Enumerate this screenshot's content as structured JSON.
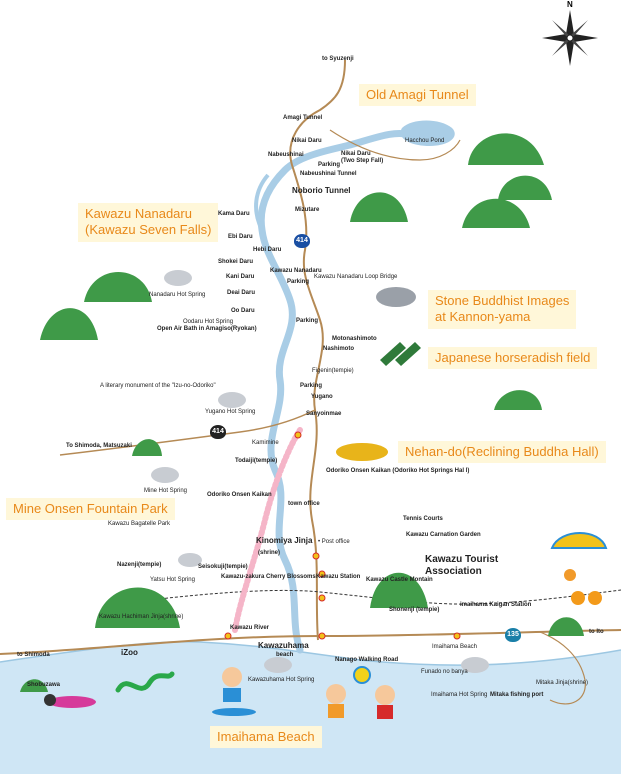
{
  "map": {
    "compass": {
      "north": "N"
    },
    "labels": {
      "to_syuzenji": "to Syuzenji",
      "amagi_tunnel": "Amagi Tunnel",
      "nikai_daru": "Nikai Daru",
      "nabeushinai": "Nabeushinai",
      "parking1": "Parking",
      "nikai_daru_two": "Nikai Daru\n(Two Step Fall)",
      "hacchou_pond": "Hacchou Pond",
      "nabeushinai_tunnel": "Nabeushinai Tunnel",
      "noborio_tunnel": "Noborio Tunnel",
      "mizutare": "Mizutare",
      "kama_daru": "Kama Daru",
      "ebi_daru": "Ebi Daru",
      "hebi_daru": "Hebi Daru",
      "shokei_daru": "Shokei Daru",
      "kawazu_nanadaru": "Kawazu Nanadaru",
      "kawazu_nanadaru_loop": "Kawazu Nanadaru Loop Bridge",
      "kani_daru": "Kani Daru",
      "parking2": "Parking",
      "nanadaru_hot_spring": "Nanadaru Hot Spring",
      "deai_daru": "Deai Daru",
      "oo_daru": "Oo Daru",
      "oodaru_hot_spring": "Oodaru Hot Spring",
      "open_air_bath": "Open Air Bath in Amagiso(Ryokan)",
      "parking3": "Parking",
      "motonashimoto": "Motonashimoto",
      "nashimoto": "Nashimoto",
      "figenin": "Figenin(tempie)",
      "literary_monument": "A literary monument of the \"Izu-no-Odoriko\"",
      "parking4": "Parking",
      "yugano": "Yugano",
      "yugano_hot_spring": "Yugano Hot Spring",
      "sanyoinmae": "Sanyoinmae",
      "to_shimoda_matsuzaki": "To Shimoda, Matsuzaki",
      "kamimine": "Kamimine",
      "todaiji": "Todaiji(tempie)",
      "odoriko_onsen_kaikan_long": "Odoriko Onsen Kaikan (Odoriko Hot Springs Hal l)",
      "mine_hot_spring": "Mine Hot Spring",
      "odoriko_onsen_kaikan": "Odoriko Onsen Kaikan",
      "town_office": "town office",
      "kawazu_bagatelle_park": "Kawazu Bagatelle Park",
      "tennis_courts": "Tennis Courts",
      "kinomiya_jinja": "Kinomiya Jinja",
      "shrine": "(shrine)",
      "kawazu_carnation_garden": "Kawazu Carnation Garden",
      "post_office": "• Post office",
      "nazenji": "Nazenji(tempie)",
      "seisokuji": "Seisokuji(tempie)",
      "kawazu_tourist": "Kawazu Tourist",
      "association": "Association",
      "yatsu_hot_spring": "Yatsu Hot Spring",
      "kawazu_zakura": "Kawazu-zakura Cherry Blossoms",
      "kawazu_station": "Kawazu Station",
      "kawazu_castle_montain": "Kawazu Castle Montain",
      "shonenji": "Shonenji (tempie)",
      "imaihama_kaigan_station": "imaihama Kaigan Station",
      "kawazu_hachiman": "Kawazu Hachiman Jinja(shrine)",
      "kawazu_river": "Kawazu River",
      "imaihama_beach_small": "Imaihama Beach",
      "to_ito": "to Ito",
      "kawazuhama": "Kawazuhama",
      "beach": "beach",
      "to_shimoda": "to Shimoda",
      "izoo": "iZoo",
      "nanago_walking_road": "Nanago Walking Road",
      "shobuzawa": "Shobuzawa",
      "kawazuhama_hot_spring": "Kawazuhama Hot Spring",
      "funado_no_banya": "Funado no banya",
      "mitaka_jinja": "Mitaka Jinja(shrine)",
      "imaihama_hot_spring": "Imaihama Hot Spring",
      "mitaka_fishing_port": "Mitaka fishing port"
    },
    "callouts": {
      "old_amagi_tunnel": "Old Amagi Tunnel",
      "kawazu_nanadaru_line1": "Kawazu Nanadaru",
      "kawazu_nanadaru_line2": "(Kawazu Seven Falls)",
      "stone_buddhist_line1": "Stone Buddhist Images",
      "stone_buddhist_line2": "at Kannon-yama",
      "horseradish": "Japanese horseradish field",
      "nehan_do": "Nehan-do(Reclining Buddha Hall)",
      "mine_onsen": "Mine Onsen Fountain Park",
      "imaihama_beach": "Imaihama Beach"
    },
    "routes": {
      "r414_a": "414",
      "r414_b": "414",
      "r135": "135"
    },
    "colors": {
      "river": "#a9cde6",
      "sea": "#cfe6f5",
      "road": "#b58a55",
      "mountain": "#3f9a48",
      "callout_text": "#e8891a",
      "callout_bg": "#fff7d9"
    }
  }
}
